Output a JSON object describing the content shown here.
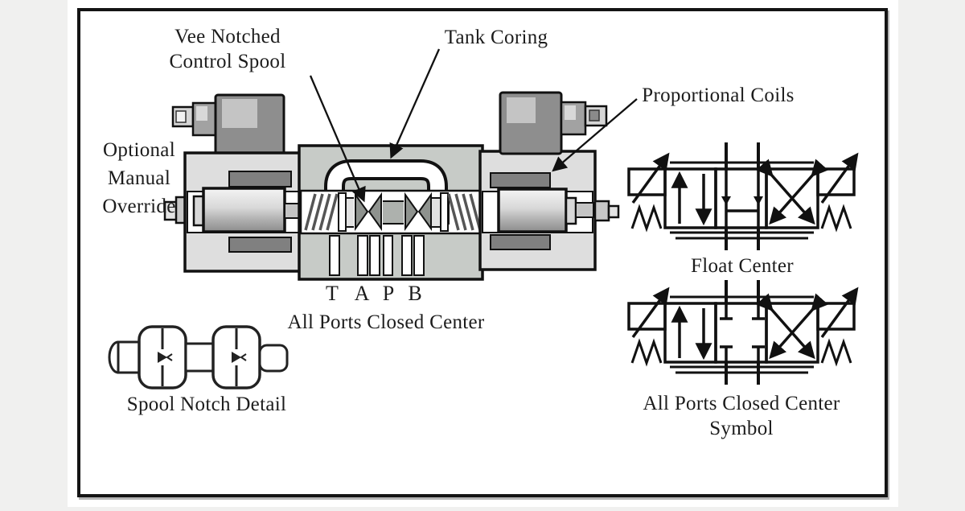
{
  "page": {
    "background": "#f0f0ef",
    "panel_background": "#ffffff",
    "frame_color": "#141414"
  },
  "diagram": {
    "subject": "Proportional directional valve cross-section with hydraulic schematic symbols",
    "labels": {
      "vee_notched_line1": "Vee Notched",
      "vee_notched_line2": "Control Spool",
      "tank_coring": "Tank Coring",
      "proportional_coils": "Proportional Coils",
      "manual_override_line1": "Optional",
      "manual_override_line2": "Manual",
      "manual_override_line3": "Override"
    },
    "ports": [
      "T",
      "A",
      "P",
      "B"
    ],
    "captions": {
      "main_valve": "All Ports Closed Center",
      "spool_detail": "Spool Notch Detail",
      "float_symbol": "Float Center",
      "closed_symbol_line1": "All Ports Closed Center",
      "closed_symbol_line2": "Symbol"
    },
    "colors": {
      "line_black": "#111111",
      "body_gray": "#c7cbc7",
      "solenoid_gray": "#dedede",
      "coil_dark": "#808080",
      "connector_dark": "#8e8e8e",
      "spool_gray": "#adb1ad",
      "notch_gray": "#8e928e"
    }
  }
}
